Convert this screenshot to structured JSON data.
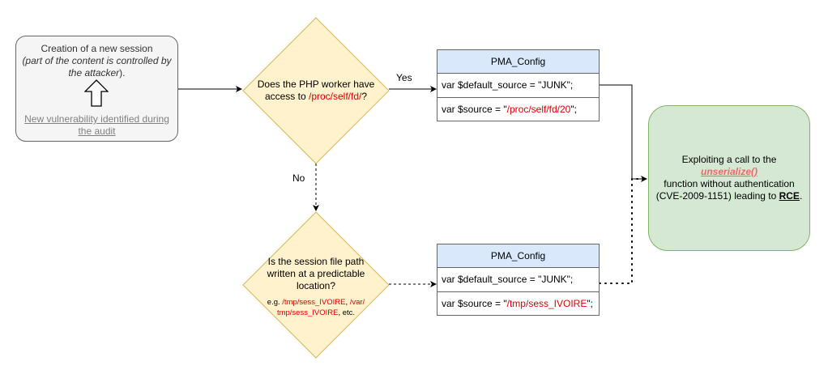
{
  "session_box": {
    "line1": "Creation of a new session",
    "line2": "(part of the content is controlled by",
    "line3": "the attacker",
    "line3_tail": ").",
    "note_line1": "New vulnerability identified during",
    "note_line2": "the audit"
  },
  "decision1": {
    "line1": "Does the PHP worker have",
    "line2_prefix": "access to ",
    "line2_path": "/proc/self/fd/",
    "line2_suffix": "?"
  },
  "decision2": {
    "line1": "Is the session file path",
    "line2": "written at a predictable",
    "line3": "location?",
    "example_prefix": "e.g. ",
    "example_path1": "/tmp/sess_IVOIRE",
    "example_sep": ", ",
    "example_path2a": "/var/",
    "example_path2b": "tmp/sess_IVOIRE",
    "example_suffix": ", etc."
  },
  "labels": {
    "yes": "Yes",
    "no": "No"
  },
  "class_top": {
    "title": "PMA_Config",
    "row1": "var $default_source = \"JUNK\";",
    "row2_prefix": "var $source = \"",
    "row2_value": "/proc/self/fd/20",
    "row2_suffix": "\";"
  },
  "class_bottom": {
    "title": "PMA_Config",
    "row1": "var $default_source = \"JUNK\";",
    "row2_prefix": "var $source = \"",
    "row2_value": "/tmp/sess_IVOIRE",
    "row2_suffix": "\";"
  },
  "result": {
    "line1_prefix": "Exploiting a call to the ",
    "function": "unserialize()",
    "line2": "function without authentication",
    "line3_prefix": "(CVE-2009-1151) leading to ",
    "rce": "RCE",
    "line3_suffix": "."
  },
  "colors": {
    "decision_fill": "#fff2cc",
    "decision_stroke": "#d6b656",
    "class_header": "#dae8fc",
    "result_fill": "#d5e8d4",
    "result_stroke": "#82b366",
    "highlight": "#e00000"
  }
}
